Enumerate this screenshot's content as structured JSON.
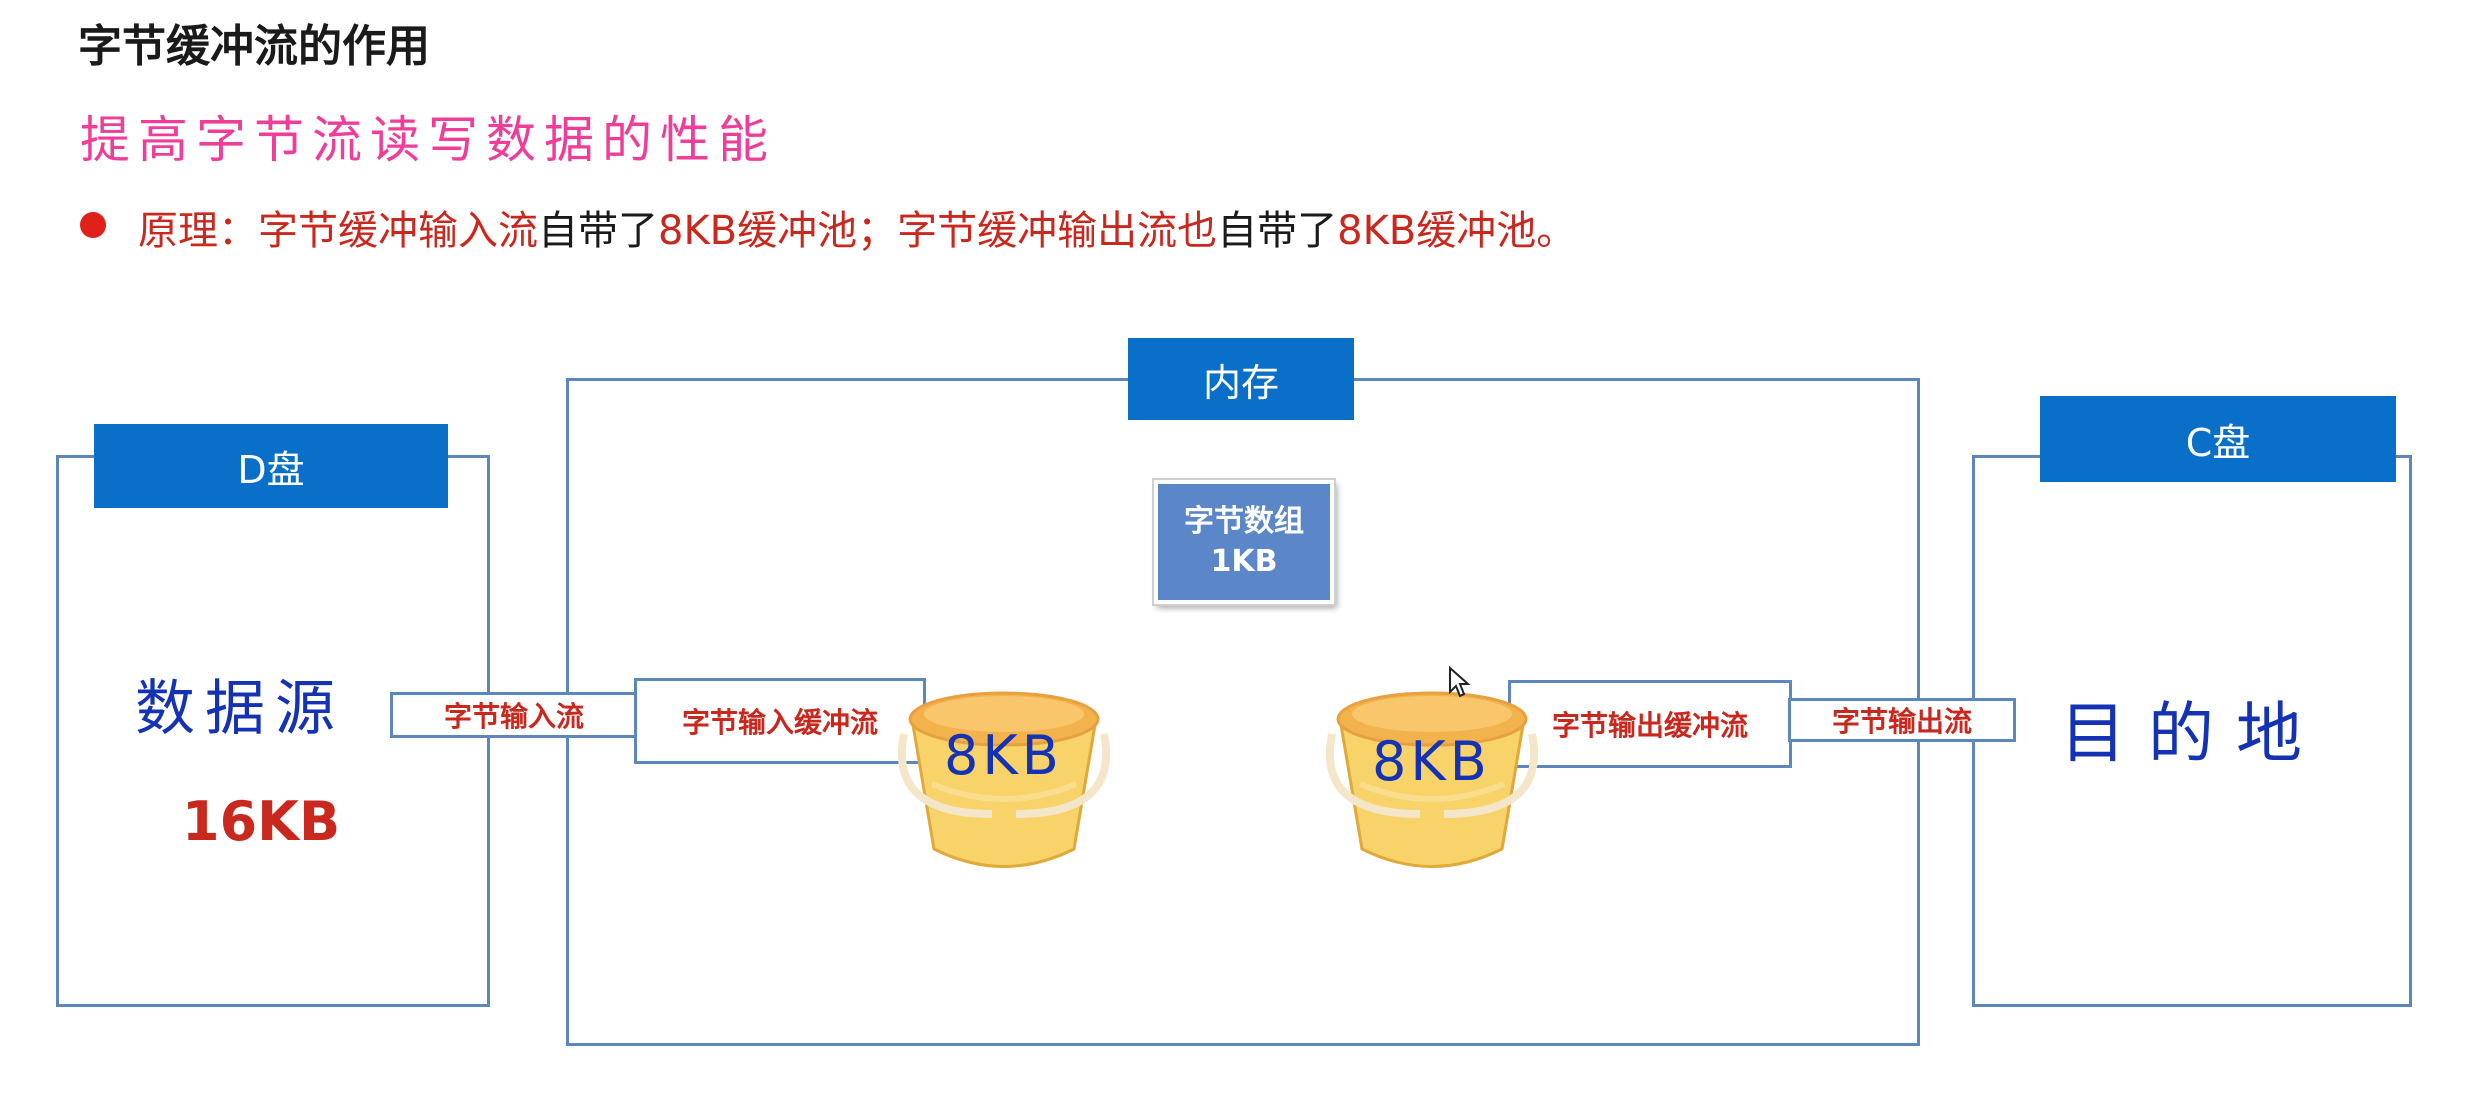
{
  "title": "字节缓冲流的作用",
  "subtitle": "提高字节流读写数据的性能",
  "principle": {
    "p1": "原理：字节缓冲输入流",
    "p2": "自带了",
    "p3": "8KB缓冲池；字节缓冲输出流也",
    "p4": "自带了",
    "p5": "8KB缓冲池。"
  },
  "d_drive": {
    "header": "D盘",
    "source_label": "数据源",
    "size": "16KB"
  },
  "memory": {
    "header": "内存",
    "array_line1": "字节数组",
    "array_line2": "1KB"
  },
  "c_drive": {
    "header": "C盘",
    "dest_label": "目的地"
  },
  "streams": {
    "input": "字节输入流",
    "input_buffered": "字节输入缓冲流",
    "output_buffered": "字节输出缓冲流",
    "output": "字节输出流"
  },
  "buckets": {
    "left": "8KB",
    "right": "8KB"
  },
  "colors": {
    "header_blue": "#0a6fc8",
    "border_blue": "#5b87bd",
    "accent_red": "#c8281e",
    "pink": "#ee3e9a",
    "bucket_yellow": "#f7d36a"
  }
}
